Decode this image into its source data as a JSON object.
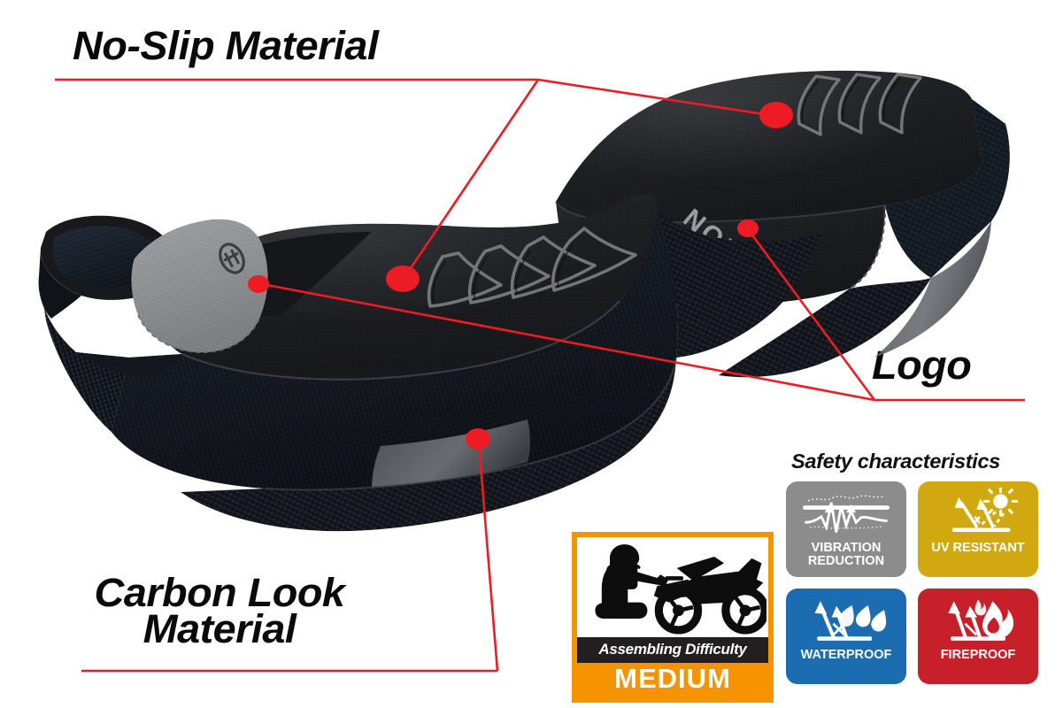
{
  "page": {
    "background": "#ffffff",
    "accent_red": "#ed1c24",
    "product": "motorcycle-seat-cover"
  },
  "callouts": [
    {
      "id": "no-slip",
      "label": "No-Slip Material",
      "underline_color": "#ed1c24",
      "targets": [
        "seat-rider-ribs",
        "seat-rear-ribs"
      ]
    },
    {
      "id": "logo",
      "label": "Logo",
      "underline_color": "#ed1c24",
      "targets": [
        "front-emblem",
        "norden-logo"
      ]
    },
    {
      "id": "carbon",
      "label_line1": "Carbon Look",
      "label_line2": "Material",
      "underline_color": "#ed1c24",
      "targets": [
        "lower-carbon-panel"
      ]
    }
  ],
  "seat": {
    "brand_text": "NORDEN",
    "brand_text_color": "#9a9a9e",
    "emblem_label": "brand-emblem",
    "materials": {
      "no_slip": "#1b1b1e",
      "carbon": "#14171c",
      "gray_panel": "#8d8f92",
      "rib_highlight": "#7e8084"
    }
  },
  "safety": {
    "title": "Safety characteristics",
    "badges": [
      {
        "id": "vibration-reduction",
        "line1": "VIBRATION",
        "line2": "REDUCTION",
        "color": "#8c8c8c",
        "icon": "vibration-waveform-icon"
      },
      {
        "id": "uv-resistant",
        "line1": "UV RESISTANT",
        "line2": "",
        "color": "#d1a810",
        "icon": "sun-rays-deflect-icon"
      },
      {
        "id": "waterproof",
        "line1": "WATERPROOF",
        "line2": "",
        "color": "#1b6cb0",
        "icon": "water-droplets-deflect-icon"
      },
      {
        "id": "fireproof",
        "line1": "FIREPROOF",
        "line2": "",
        "color": "#c8202a",
        "icon": "flame-deflect-icon"
      }
    ]
  },
  "difficulty": {
    "caption": "Assembling Difficulty",
    "level": "MEDIUM",
    "frame_color": "#f59300",
    "caption_bg": "#231f20",
    "illustration": "mechanic-with-motorcycle-icon"
  }
}
